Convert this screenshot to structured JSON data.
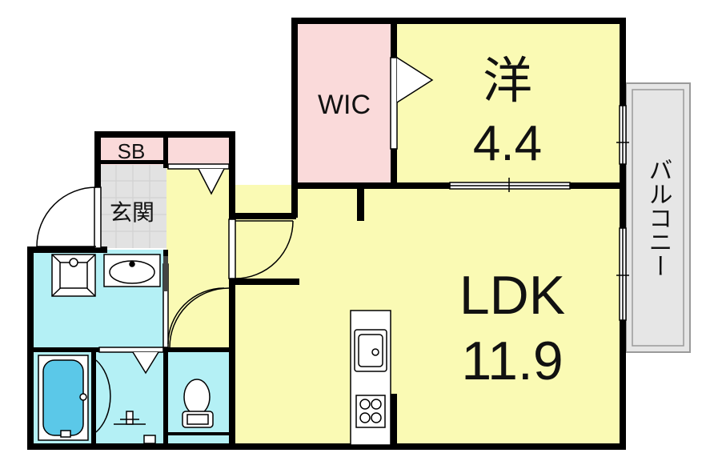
{
  "rooms": {
    "western_room": {
      "name": "洋",
      "size": "4.4"
    },
    "ldk": {
      "name": "LDK",
      "size": "11.9"
    },
    "wic": {
      "name": "WIC"
    },
    "shoe_box": {
      "name": "SB"
    },
    "entrance": {
      "name": "玄関"
    },
    "balcony": {
      "name": "バルコニー"
    }
  },
  "colors": {
    "room_yellow": "#fafab4",
    "closet_pink": "#fadada",
    "wet_cyan": "#b4f0f5",
    "tile_gray": "#e2e2e2",
    "balcony_gray": "#e6e6e6",
    "wall": "#000000"
  },
  "icons": [
    "bathtub-icon",
    "washbasin-icon",
    "washing-machine-icon",
    "toilet-icon",
    "kitchen-sink-icon",
    "stove-icon"
  ]
}
